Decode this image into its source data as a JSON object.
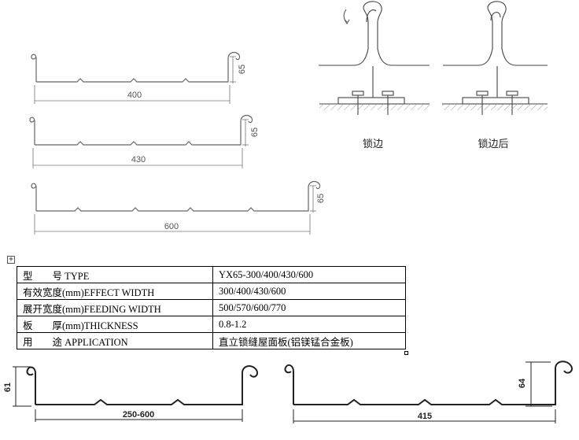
{
  "profiles": [
    {
      "width": "400",
      "height": "65"
    },
    {
      "width": "430",
      "height": "65"
    },
    {
      "width": "600",
      "height": "65"
    }
  ],
  "seam_labels": {
    "before": "锁边",
    "after": "锁边后"
  },
  "spec_table": {
    "rows": [
      {
        "label": "型　　号 TYPE",
        "value": "YX65-300/400/430/600"
      },
      {
        "label": "有效宽度(mm)EFFECT WIDTH",
        "value": "300/400/430/600"
      },
      {
        "label": "展开宽度(mm)FEEDING WIDTH",
        "value": "500/570/600/770"
      },
      {
        "label": "板　　厚(mm)THICKNESS",
        "value": "0.8-1.2"
      },
      {
        "label": "用　　途 APPLICATION",
        "value": "直立锁缝屋面板(铝镁锰合金板)"
      }
    ]
  },
  "bottom_profiles": {
    "left": {
      "width": "250-600",
      "height": "61"
    },
    "right": {
      "width": "415",
      "height": "64"
    }
  },
  "icons": {
    "anchor": "table-move-handle-icon",
    "resize": "table-resize-handle-icon"
  }
}
